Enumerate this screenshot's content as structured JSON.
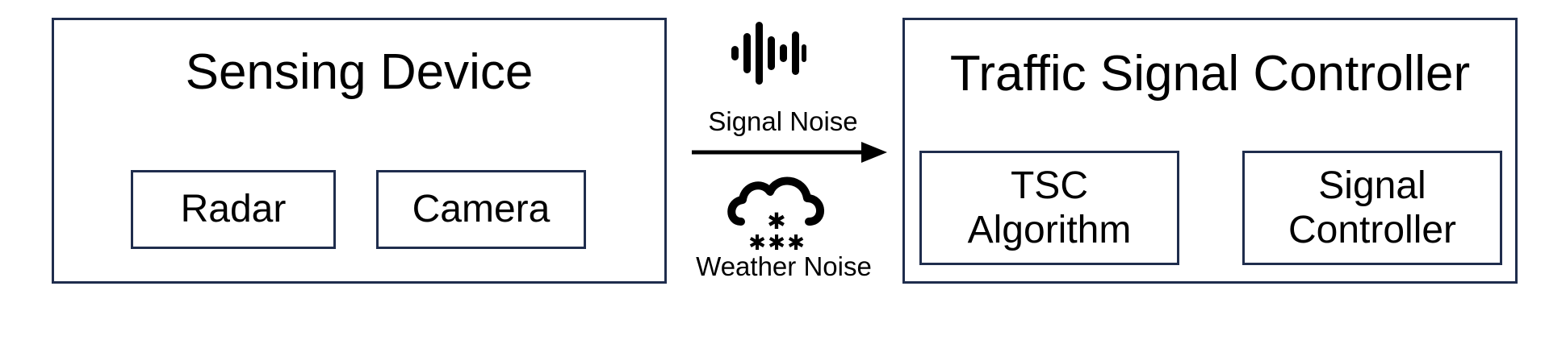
{
  "sensing_device": {
    "title": "Sensing Device",
    "components": [
      "Radar",
      "Camera"
    ]
  },
  "traffic_signal_controller": {
    "title": "Traffic Signal Controller",
    "components": [
      "TSC\nAlgorithm",
      "Signal\nController"
    ]
  },
  "noise": {
    "signal_label": "Signal Noise",
    "weather_label": "Weather Noise",
    "signal_icon": "sound-wave-icon",
    "weather_icon": "snow-cloud-icon"
  },
  "colors": {
    "border": "#1f2d4d",
    "arrow": "#000000",
    "text": "#000000"
  }
}
